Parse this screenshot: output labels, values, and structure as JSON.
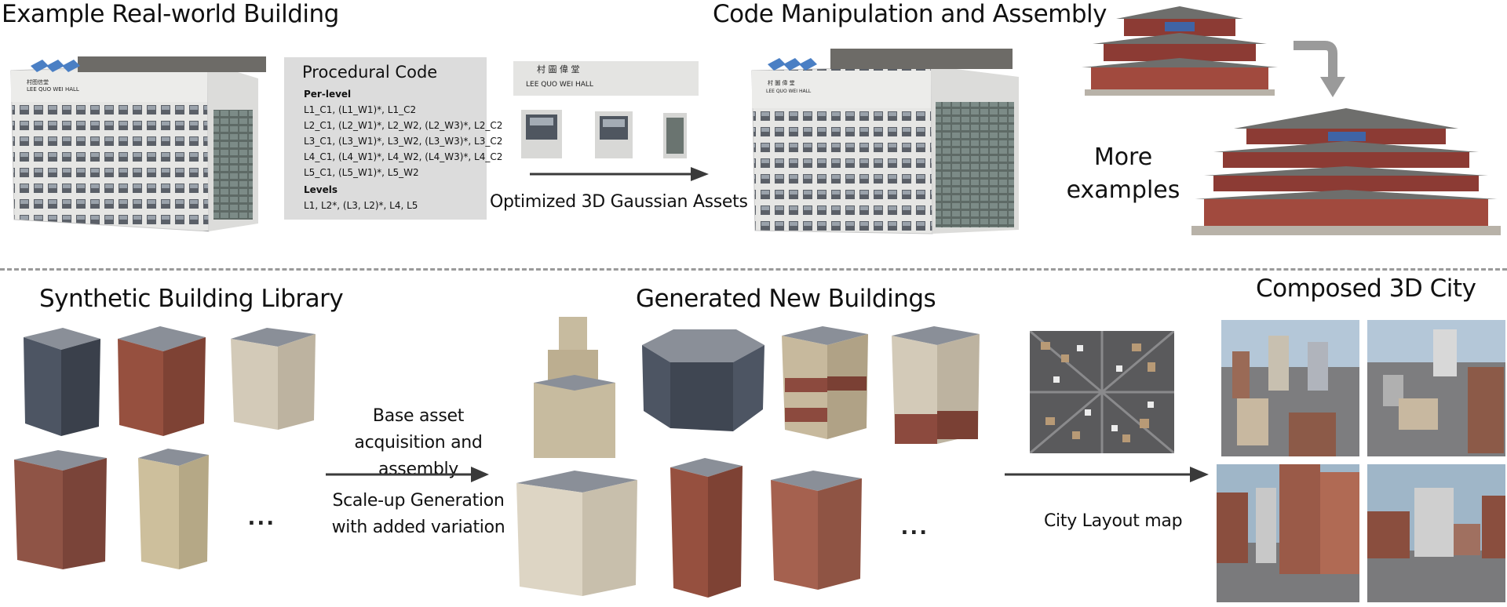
{
  "top": {
    "title_left": "Example Real-world Building",
    "title_mid": "Code Manipulation and Assembly",
    "building_sign_cn": "村图信堂",
    "building_sign_en": "LEE QUO WEI HALL",
    "procedural_code": {
      "title": "Procedural Code",
      "per_level_heading": "Per-level",
      "lines": [
        "L1_C1, (L1_W1)*, L1_C2",
        "L2_C1, (L2_W1)*, L2_W2, (L2_W3)*, L2_C2",
        "L3_C1, (L3_W1)*, L3_W2, (L3_W3)*, L3_C2",
        "L4_C1, (L4_W1)*, L4_W2, (L4_W3)*, L4_C2",
        "L5_C1, (L5_W1)*, L5_W2"
      ],
      "levels_heading": "Levels",
      "levels_line": "L1, L2*, (L3, L2)*, L4, L5"
    },
    "assets_caption": "Optimized 3D Gaussian Assets",
    "more_examples": "More examples"
  },
  "bottom": {
    "title_library": "Synthetic Building Library",
    "title_generated": "Generated New Buildings",
    "title_city": "Composed 3D City",
    "caption_acquisition": "Base asset acquisition and assembly",
    "caption_scaleup": "Scale-up Generation with added variation",
    "caption_layout": "City Layout map",
    "ellipsis": "..."
  },
  "colors": {
    "arrow": "#3a3a3a",
    "divider": "#9a9a9a",
    "code_bg": "#dcdcdc",
    "facade_white": "#e8e8e6",
    "facade_red": "#8c4a3e",
    "facade_beige": "#cfc6b4",
    "roof_grey": "#8a8f98"
  }
}
